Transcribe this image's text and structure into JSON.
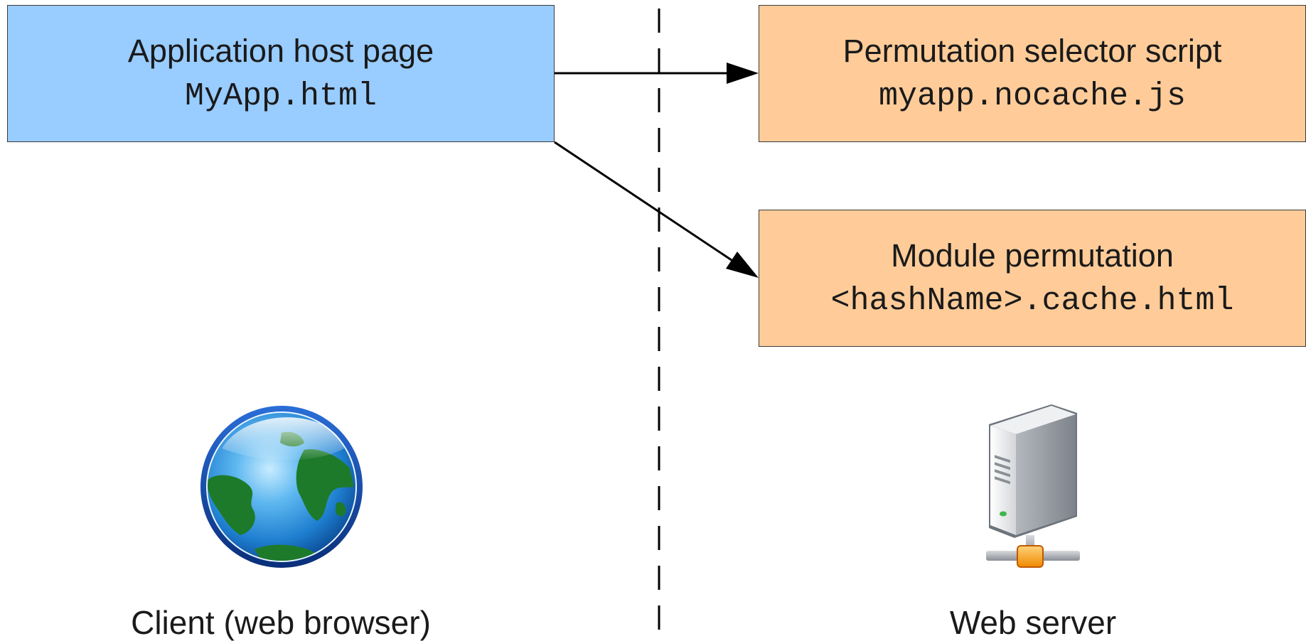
{
  "client": {
    "host_page": {
      "title": "Application host page",
      "file": "MyApp.html"
    },
    "label": "Client (web browser)",
    "icon": "globe-icon"
  },
  "server": {
    "selector_script": {
      "title": "Permutation selector script",
      "file": "myapp.nocache.js"
    },
    "module_permutation": {
      "title": "Module permutation",
      "file": "<hashName>.cache.html"
    },
    "label": "Web server",
    "icon": "server-icon"
  },
  "colors": {
    "client_box": "#99ccff",
    "server_box": "#ffcc99",
    "border": "#3a3a3a",
    "arrow": "#000000"
  }
}
